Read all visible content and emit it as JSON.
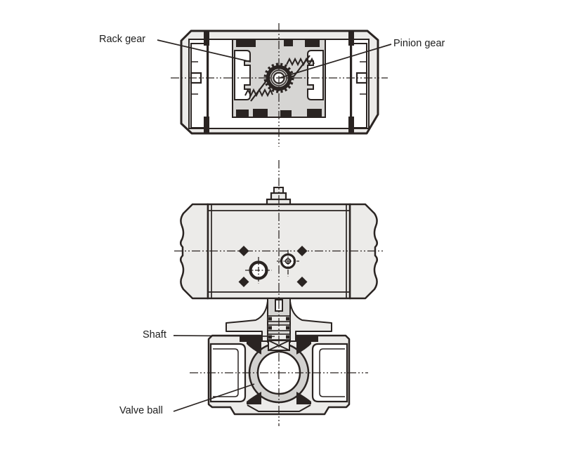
{
  "figure": {
    "description": "Technical cutaway diagram of a pneumatic rack-and-pinion actuator (top: cross-section, bottom: actuator mounted on ball valve)",
    "labels": {
      "rack_gear": "Rack gear",
      "pinion_gear": "Pinion gear",
      "shaft": "Shaft",
      "valve_ball": "Valve ball"
    },
    "colors": {
      "line": "#2a2422",
      "body_fill": "#ecebe9",
      "plate_fill": "#d6d5d3",
      "ball_fill": "#d2d1cf",
      "label_text": "#1d1d1d",
      "background": "#ffffff"
    }
  }
}
